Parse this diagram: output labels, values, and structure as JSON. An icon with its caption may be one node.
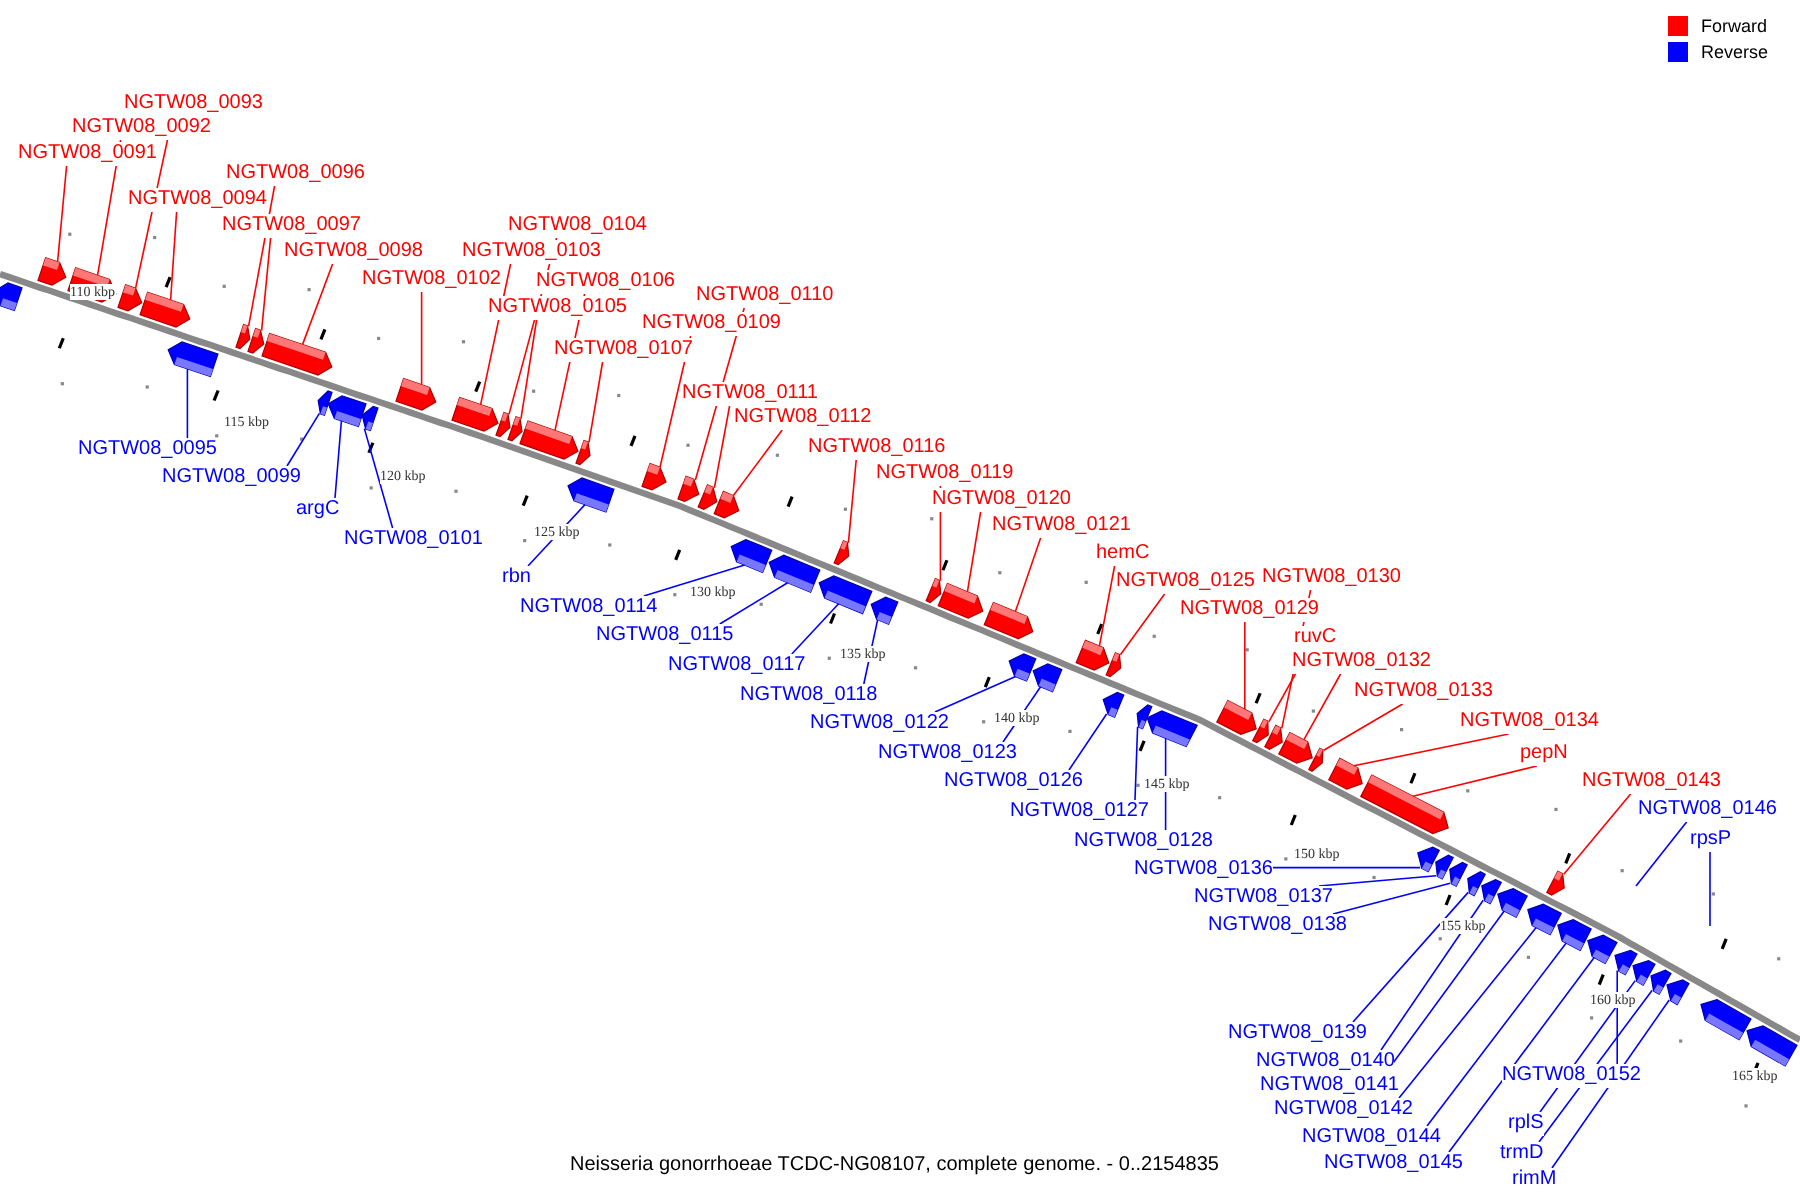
{
  "diagram": {
    "caption": "Neisseria gonorrhoeae TCDC-NG08107, complete genome. - 0..2154835",
    "nodes": [
      {
        "text": [
          "NGTW08_0093"
        ]
      },
      {
        "text": [
          "NGTW08_0092"
        ]
      },
      {
        "text": [
          "NGTW08_0091"
        ]
      },
      {
        "text": [
          "NGTW08_0096"
        ]
      },
      {
        "text": [
          "NGTW08_0094"
        ]
      },
      {
        "text": [
          "NGTW08_0097"
        ]
      },
      {
        "text": [
          "NGTW08_0104"
        ]
      },
      {
        "text": [
          "NGTW08_0098"
        ]
      },
      {
        "text": [
          "NGTW08_0103"
        ]
      },
      {
        "text": [
          "NGTW08_0102"
        ]
      },
      {
        "text": [
          "NGTW08_0106"
        ]
      },
      {
        "text": [
          "NGTW08_0110"
        ]
      },
      {
        "text": [
          "NGTW08_0105"
        ]
      },
      {
        "text": [
          "NGTW08_0109"
        ]
      },
      {
        "text": [
          "NGTW08_0107"
        ]
      },
      {
        "text": [
          "NGTW08_0111"
        ]
      },
      {
        "text": [
          "NGTW08_0112"
        ]
      },
      {
        "text": [
          "NGTW08_0116"
        ]
      },
      {
        "text": [
          "NGTW08_0119"
        ]
      },
      {
        "text": [
          "NGTW08_0120"
        ]
      },
      {
        "text": [
          "NGTW08_0121"
        ]
      },
      {
        "text": [
          "hemC"
        ]
      },
      {
        "text": [
          "NGTW08_0130"
        ]
      },
      {
        "text": [
          "NGTW08_0125"
        ]
      },
      {
        "text": [
          "NGTW08_0129"
        ]
      },
      {
        "text": [
          "ruvC"
        ]
      },
      {
        "text": [
          "NGTW08_0132"
        ]
      },
      {
        "text": [
          "NGTW08_0133"
        ]
      },
      {
        "text": [
          "NGTW08_0134"
        ]
      },
      {
        "text": [
          "pepN"
        ]
      },
      {
        "text": [
          "NGTW08_0143"
        ]
      },
      {
        "text": [
          "NGTW08_0095"
        ]
      },
      {
        "text": [
          "NGTW08_0099"
        ]
      },
      {
        "text": [
          "argC"
        ]
      },
      {
        "text": [
          "NGTW08_0101"
        ]
      },
      {
        "text": [
          "rbn"
        ]
      },
      {
        "text": [
          "NGTW08_0114"
        ]
      },
      {
        "text": [
          "NGTW08_0115"
        ]
      },
      {
        "text": [
          "NGTW08_0117"
        ]
      },
      {
        "text": [
          "NGTW08_0118"
        ]
      },
      {
        "text": [
          "NGTW08_0122"
        ]
      },
      {
        "text": [
          "NGTW08_0123"
        ]
      },
      {
        "text": [
          "NGTW08_0126"
        ]
      },
      {
        "text": [
          "NGTW08_0146"
        ]
      },
      {
        "text": [
          "NGTW08_0127"
        ]
      },
      {
        "text": [
          "rpsP"
        ]
      },
      {
        "text": [
          "NGTW08_0128"
        ]
      },
      {
        "text": [
          "NGTW08_0136"
        ]
      },
      {
        "text": [
          "NGTW08_0137"
        ]
      },
      {
        "text": [
          "NGTW08_0138"
        ]
      },
      {
        "text": [
          "NGTW08_0139"
        ]
      },
      {
        "text": [
          "NGTW08_0140"
        ]
      },
      {
        "text": [
          "NGTW08_0152"
        ]
      },
      {
        "text": [
          "NGTW08_0141"
        ]
      },
      {
        "text": [
          "NGTW08_0142"
        ]
      },
      {
        "text": [
          "rplS"
        ]
      },
      {
        "text": [
          "NGTW08_0144"
        ]
      },
      {
        "text": [
          "trmD"
        ]
      },
      {
        "text": [
          "NGTW08_0145"
        ]
      },
      {
        "text": [
          "rimM"
        ]
      },
      {
        "text": [],
        "shape": "arrow"
      },
      {
        "text": [],
        "shape": "arrow"
      },
      {
        "text": [],
        "shape": "arrow"
      },
      {
        "text": [],
        "shape": "arrow"
      },
      {
        "text": [],
        "shape": "arrow"
      },
      {
        "text": [],
        "shape": "arrow"
      },
      {
        "text": [],
        "shape": "arrow"
      },
      {
        "text": [],
        "shape": "arrow"
      },
      {
        "text": [],
        "shape": "arrow"
      },
      {
        "text": [],
        "shape": "arrow"
      },
      {
        "text": [],
        "shape": "arrow"
      },
      {
        "text": [],
        "shape": "arrow"
      },
      {
        "text": [],
        "shape": "arrow"
      },
      {
        "text": [],
        "shape": "arrow"
      },
      {
        "text": [],
        "shape": "arrow"
      },
      {
        "text": [],
        "shape": "arrow"
      },
      {
        "text": [],
        "shape": "arrow"
      },
      {
        "text": [],
        "shape": "arrow"
      },
      {
        "text": [],
        "shape": "arrow"
      },
      {
        "text": [],
        "shape": "arrow"
      },
      {
        "text": [],
        "shape": "arrow"
      },
      {
        "text": [],
        "shape": "arrow"
      },
      {
        "text": [],
        "shape": "arrow"
      },
      {
        "text": [],
        "shape": "arrow"
      },
      {
        "text": [],
        "shape": "arrow"
      },
      {
        "text": [],
        "shape": "arrow"
      },
      {
        "text": [],
        "shape": "arrow"
      },
      {
        "text": [],
        "shape": "arrow"
      },
      {
        "text": [],
        "shape": "arrow"
      },
      {
        "text": [],
        "shape": "arrow"
      },
      {
        "text": [],
        "shape": "arrow"
      },
      {
        "text": [],
        "shape": "arrow"
      },
      {
        "text": [],
        "shape": "arrow"
      },
      {
        "text": [],
        "shape": "arrow"
      },
      {
        "text": [],
        "shape": "arrow"
      },
      {
        "text": [],
        "shape": "arrow"
      },
      {
        "text": [],
        "shape": "arrow"
      },
      {
        "text": [],
        "shape": "arrow"
      },
      {
        "text": [],
        "shape": "arrow"
      },
      {
        "text": [],
        "shape": "arrow"
      },
      {
        "text": [],
        "shape": "arrow"
      },
      {
        "text": [],
        "shape": "arrow"
      },
      {
        "text": [],
        "shape": "arrow"
      },
      {
        "text": [],
        "shape": "arrow"
      },
      {
        "text": [],
        "shape": "arrow"
      },
      {
        "text": [],
        "shape": "arrow"
      },
      {
        "text": [],
        "shape": "arrow"
      },
      {
        "text": [],
        "shape": "arrow"
      },
      {
        "text": [],
        "shape": "arrow"
      },
      {
        "text": [],
        "shape": "arrow"
      },
      {
        "text": [],
        "shape": "arrow"
      },
      {
        "text": [],
        "shape": "arrow"
      },
      {
        "text": [],
        "shape": "arrow"
      },
      {
        "text": [],
        "shape": "arrow"
      },
      {
        "text": [],
        "shape": "arrow"
      },
      {
        "text": [],
        "shape": "arrow"
      },
      {
        "text": [],
        "shape": "arrow"
      },
      {
        "text": [],
        "shape": "arrow"
      },
      {
        "text": [],
        "shape": "arrow"
      },
      {
        "text": [],
        "shape": "arrow"
      },
      {
        "text": [],
        "shape": "arrow"
      }
    ],
    "edges": [
      {
        "from": 0,
        "to": 63,
        "arrow": "none"
      },
      {
        "from": 1,
        "to": 62,
        "arrow": "none"
      },
      {
        "from": 2,
        "to": 61,
        "arrow": "none"
      },
      {
        "from": 3,
        "to": 66,
        "arrow": "none"
      },
      {
        "from": 4,
        "to": 64,
        "arrow": "none"
      },
      {
        "from": 5,
        "to": 67,
        "arrow": "none"
      },
      {
        "from": 6,
        "to": 74,
        "arrow": "none"
      },
      {
        "from": 7,
        "to": 68,
        "arrow": "none"
      },
      {
        "from": 8,
        "to": 73,
        "arrow": "none"
      },
      {
        "from": 9,
        "to": 72,
        "arrow": "none"
      },
      {
        "from": 10,
        "to": 76,
        "arrow": "none"
      },
      {
        "from": 11,
        "to": 80,
        "arrow": "none"
      },
      {
        "from": 12,
        "to": 75,
        "arrow": "none"
      },
      {
        "from": 13,
        "to": 79,
        "arrow": "none"
      },
      {
        "from": 14,
        "to": 77,
        "arrow": "none"
      },
      {
        "from": 15,
        "to": 81,
        "arrow": "none"
      },
      {
        "from": 16,
        "to": 82,
        "arrow": "none"
      },
      {
        "from": 17,
        "to": 86,
        "arrow": "none"
      },
      {
        "from": 18,
        "to": 88,
        "arrow": "none"
      },
      {
        "from": 19,
        "to": 89,
        "arrow": "none"
      },
      {
        "from": 20,
        "to": 90,
        "arrow": "none"
      },
      {
        "from": 21,
        "to": 93,
        "arrow": "none"
      },
      {
        "from": 22,
        "to": 100,
        "arrow": "none"
      },
      {
        "from": 23,
        "to": 94,
        "arrow": "none"
      },
      {
        "from": 24,
        "to": 98,
        "arrow": "none"
      },
      {
        "from": 25,
        "to": 99,
        "arrow": "none"
      },
      {
        "from": 26,
        "to": 101,
        "arrow": "none"
      },
      {
        "from": 27,
        "to": 102,
        "arrow": "none"
      },
      {
        "from": 28,
        "to": 103,
        "arrow": "none"
      },
      {
        "from": 29,
        "to": 104,
        "arrow": "none"
      },
      {
        "from": 30,
        "to": 110,
        "arrow": "none"
      },
      {
        "from": 31,
        "to": 65,
        "arrow": "none",
        "color": "#0000ff"
      },
      {
        "from": 32,
        "to": 69,
        "arrow": "none",
        "color": "#0000ff"
      },
      {
        "from": 33,
        "to": 70,
        "arrow": "none",
        "color": "#0000ff"
      },
      {
        "from": 34,
        "to": 71,
        "arrow": "none",
        "color": "#0000ff"
      },
      {
        "from": 35,
        "to": 78,
        "arrow": "none",
        "color": "#0000ff"
      },
      {
        "from": 36,
        "to": 83,
        "arrow": "none",
        "color": "#0000ff"
      },
      {
        "from": 37,
        "to": 84,
        "arrow": "none",
        "color": "#0000ff"
      },
      {
        "from": 38,
        "to": 85,
        "arrow": "none",
        "color": "#0000ff"
      },
      {
        "from": 39,
        "to": 87,
        "arrow": "none",
        "color": "#0000ff"
      },
      {
        "from": 40,
        "to": 91,
        "arrow": "none",
        "color": "#0000ff"
      },
      {
        "from": 41,
        "to": 92,
        "arrow": "none",
        "color": "#0000ff"
      },
      {
        "from": 42,
        "to": 95,
        "arrow": "none",
        "color": "#0000ff"
      },
      {
        "from": 43,
        "to": null,
        "arrow": "none",
        "color": "#0000ff"
      },
      {
        "from": 44,
        "to": 96,
        "arrow": "none",
        "color": "#0000ff"
      },
      {
        "from": 45,
        "to": null,
        "arrow": "none",
        "color": "#0000ff"
      },
      {
        "from": 46,
        "to": 97,
        "arrow": "none",
        "color": "#0000ff"
      },
      {
        "from": 47,
        "to": 105,
        "arrow": "none",
        "color": "#0000ff"
      },
      {
        "from": 48,
        "to": 106,
        "arrow": "none",
        "color": "#0000ff"
      },
      {
        "from": 49,
        "to": 107,
        "arrow": "none",
        "color": "#0000ff"
      },
      {
        "from": 50,
        "to": 108,
        "arrow": "none",
        "color": "#0000ff"
      },
      {
        "from": 51,
        "to": 109,
        "arrow": "none",
        "color": "#0000ff"
      },
      {
        "from": 52,
        "to": 115,
        "arrow": "none",
        "color": "#0000ff"
      },
      {
        "from": 53,
        "to": 111,
        "arrow": "none",
        "color": "#0000ff"
      },
      {
        "from": 54,
        "to": 112,
        "arrow": "none",
        "color": "#0000ff"
      },
      {
        "from": 55,
        "to": 116,
        "arrow": "none",
        "color": "#0000ff"
      },
      {
        "from": 56,
        "to": 113,
        "arrow": "none",
        "color": "#0000ff"
      },
      {
        "from": 57,
        "to": 117,
        "arrow": "none",
        "color": "#0000ff"
      },
      {
        "from": 58,
        "to": 114,
        "arrow": "none",
        "color": "#0000ff"
      },
      {
        "from": 59,
        "to": 118,
        "arrow": "none",
        "color": "#0000ff"
      }
    ],
    "labels": [
      "110 kbp",
      "115 kbp",
      "120 kbp",
      "125 kbp",
      "130 kbp",
      "135 kbp",
      "140 kbp",
      "145 kbp",
      "150 kbp",
      "155 kbp",
      "160 kbp",
      "165 kbp"
    ],
    "legend": [
      {
        "text": "Forward",
        "color": "#ff0000"
      },
      {
        "text": "Reverse",
        "color": "#0000ff"
      }
    ]
  }
}
